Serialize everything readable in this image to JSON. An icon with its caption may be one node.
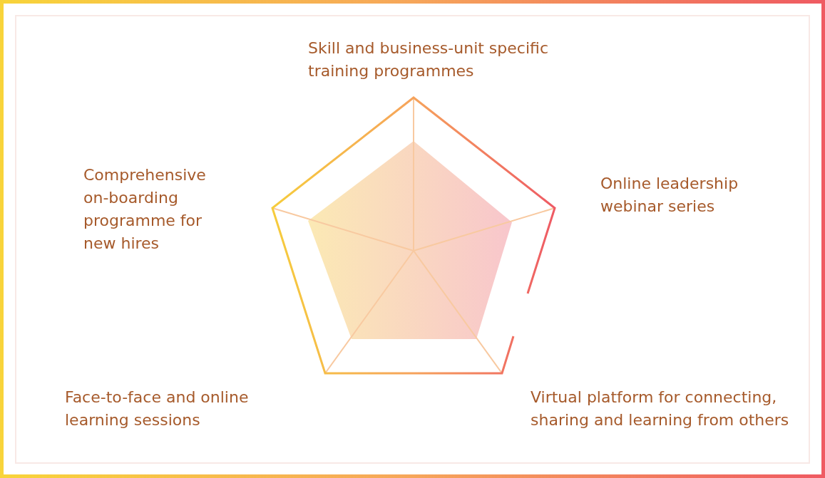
{
  "diagram": {
    "labels": [
      "Skill and business-unit specific training programmes",
      "Comprehensive on-boarding programme for new hires",
      "Online leadership webinar series",
      "Face-to-face and online learning sessions",
      "Virtual platform for connecting, sharing and learning from others"
    ]
  }
}
